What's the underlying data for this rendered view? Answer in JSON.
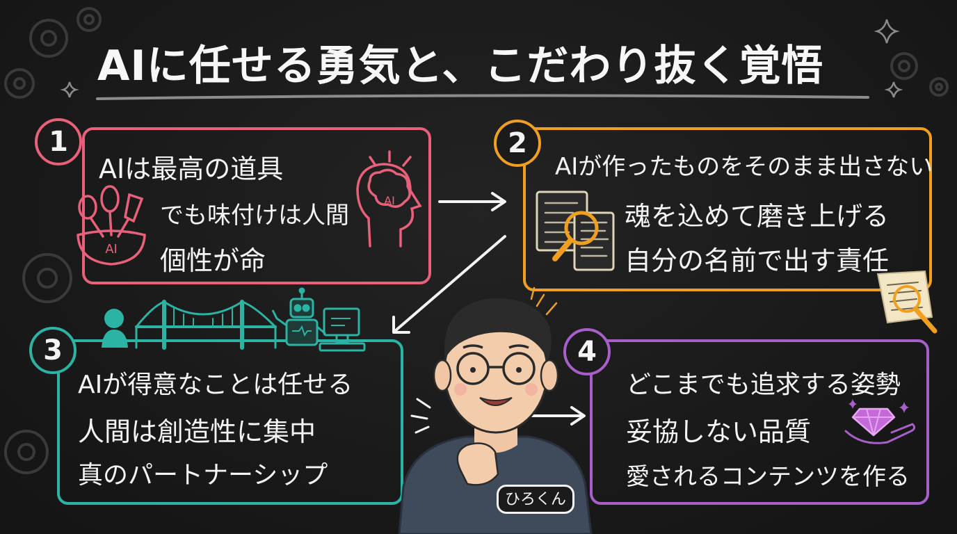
{
  "title": "AIに任せる勇気と、こだわり抜く覚悟",
  "colors": {
    "background": "#1b1b1b",
    "step1": "#e8607a",
    "step2": "#f0a020",
    "step3": "#2bb3a3",
    "step4": "#a85fc9",
    "text": "#f4f4f4"
  },
  "steps": [
    {
      "number": "1",
      "lines": [
        "AIは最高の道具",
        "でも味付けは人間",
        "個性が命"
      ],
      "icon_label": "AI",
      "icon_label_2": "AI"
    },
    {
      "number": "2",
      "lines": [
        "AIが作ったものをそのまま出さない",
        "魂を込めて磨き上げる",
        "自分の名前で出す責任"
      ]
    },
    {
      "number": "3",
      "lines": [
        "AIが得意なことは任せる",
        "人間は創造性に集中",
        "真のパートナーシップ"
      ]
    },
    {
      "number": "4",
      "lines": [
        "どこまでも追求する姿勢",
        "妥協しない品質",
        "愛されるコンテンツを作る"
      ]
    }
  ],
  "person_name": "ひろくん"
}
